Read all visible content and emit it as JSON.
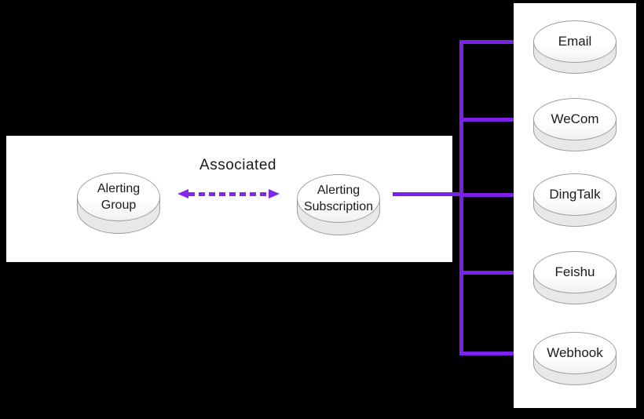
{
  "colors": {
    "background": "#000000",
    "panel": "#ffffff",
    "arrow": "#7a21ea",
    "dashed_arrow": "#8128ec",
    "cylinder_outline": "#9e9e9e",
    "cylinder_rim": "#e8e8e8",
    "text": "#1a1a1a"
  },
  "left_panel": {
    "group_node": {
      "line1": "Alerting",
      "line2": "Group"
    },
    "subscription_node": {
      "line1": "Alerting",
      "line2": "Subscription"
    },
    "association_label": "Associated"
  },
  "channels": [
    {
      "label": "Email"
    },
    {
      "label": "WeCom"
    },
    {
      "label": "DingTalk"
    },
    {
      "label": "Feishu"
    },
    {
      "label": "Webhook"
    }
  ]
}
